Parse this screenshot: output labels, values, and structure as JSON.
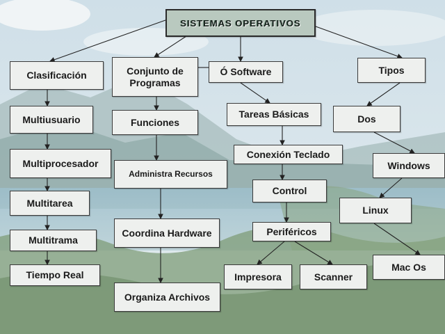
{
  "diagram": {
    "title": "SISTEMAS OPERATIVOS",
    "clasificacion": {
      "label": "Clasificación",
      "items": [
        "Multiusuario",
        "Multiprocesador",
        "Multitarea",
        "Multitrama",
        "Tiempo Real"
      ]
    },
    "conjunto": {
      "label": "Conjunto de Programas",
      "items": [
        "Funciones",
        "Administra Recursos",
        "Coordina Hardware",
        "Organiza Archivos"
      ]
    },
    "software": {
      "label": "Ó Software",
      "items": [
        "Tareas Básicas",
        "Conexión Teclado",
        "Control",
        "Periféricos",
        "Impresora",
        "Scanner"
      ]
    },
    "tipos": {
      "label": "Tipos",
      "items": [
        "Dos",
        "Windows",
        "Linux",
        "Mac Os"
      ]
    }
  },
  "colors": {
    "sky": "#d6e4ea",
    "mountain": "#9fb6b8",
    "lake": "#8fb3c2",
    "forest": "#6f8f6a",
    "node_fill": "#eef0ee",
    "title_fill": "#b9c9bf",
    "arrow": "#222222"
  }
}
